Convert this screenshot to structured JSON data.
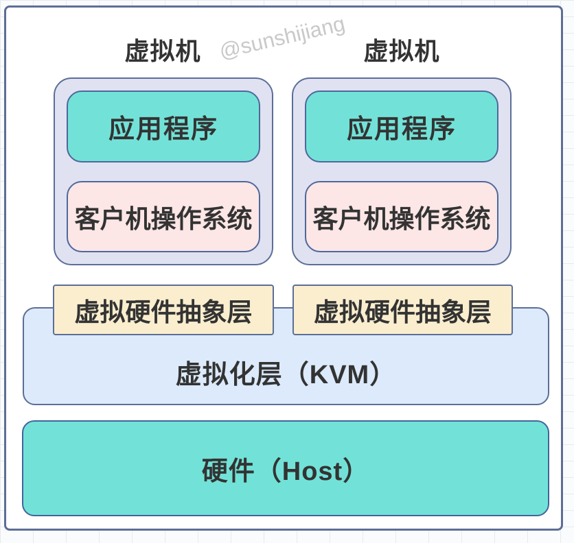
{
  "watermark": "@sunshijiang",
  "vms": [
    {
      "title": "虚拟机",
      "layers": {
        "app": "应用程序",
        "guest_os": "客户机操作系统",
        "hal": "虚拟硬件抽象层"
      }
    },
    {
      "title": "虚拟机",
      "layers": {
        "app": "应用程序",
        "guest_os": "客户机操作系统",
        "hal": "虚拟硬件抽象层"
      }
    }
  ],
  "hypervisor": {
    "label": "虚拟化层（KVM）"
  },
  "hardware": {
    "label": "硬件（Host）"
  },
  "colors": {
    "panel_border": "#5c6e96",
    "vm_fill": "#e0e2f2",
    "app_fill": "#72e2d8",
    "guest_os_fill": "#fce6e6",
    "hal_fill": "#faeecf",
    "hypervisor_fill": "#dceafb",
    "hardware_fill": "#72e2d8",
    "text": "#333333",
    "watermark": "#c9c9c9"
  }
}
